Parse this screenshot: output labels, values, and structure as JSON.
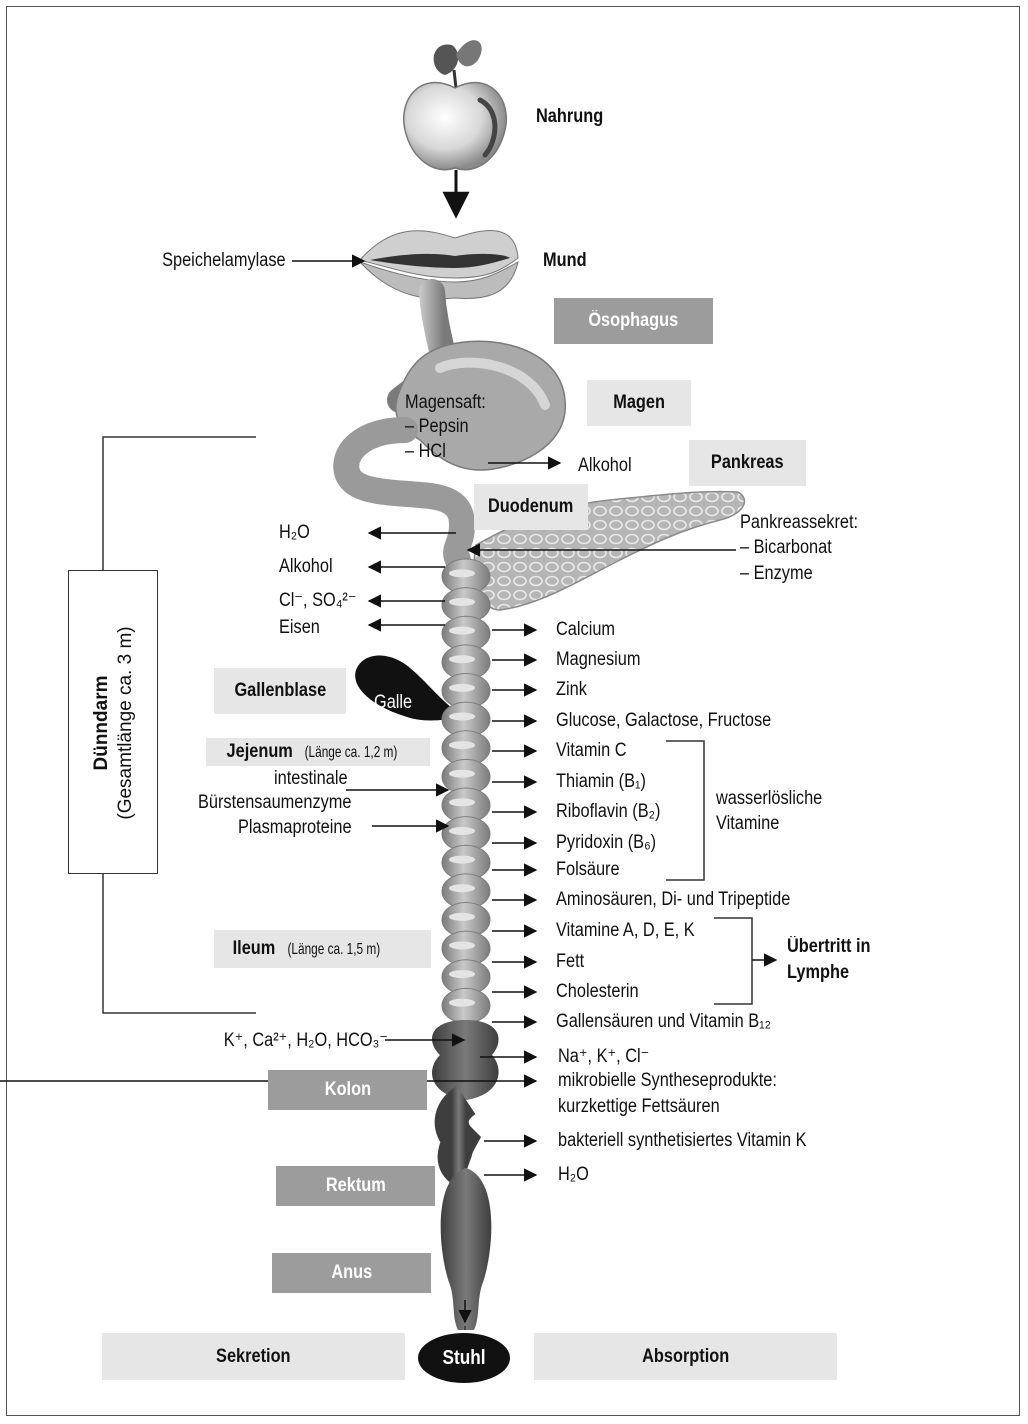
{
  "labels": {
    "nahrung": "Nahrung",
    "mund": "Mund",
    "speichelamylase": "Speichelamylase",
    "oesophagus": "Ösophagus",
    "magen": "Magen",
    "magensaft": "Magensaft:",
    "pepsin": "– Pepsin",
    "hcl": "– HCl",
    "alkohol_magen": "Alkohol",
    "pankreas": "Pankreas",
    "duodenum": "Duodenum",
    "pankreassekret": "Pankreassekret:",
    "bicarbonat": "– Bicarbonat",
    "enzyme": "– Enzyme",
    "duenndarm": "Dünndarm",
    "gesamtlaenge": "(Gesamtlänge ca. 3 m)",
    "gallenblase": "Gallenblase",
    "galle": "Galle",
    "jejenum": "Jejenum",
    "jejenum_laenge": "(Länge ca. 1,2 m)",
    "intestinale": "intestinale",
    "buerstensaum": "Bürstensaumenzyme",
    "plasmaproteine": "Plasmaproteine",
    "ileum": "Ileum",
    "ileum_laenge": "(Länge ca. 1,5 m)",
    "kolon": "Kolon",
    "rektum": "Rektum",
    "anus": "Anus",
    "stuhl": "Stuhl",
    "sekretion": "Sekretion",
    "absorption": "Absorption",
    "wasserloesliche": "wasserlösliche",
    "vitamine": "Vitamine",
    "uebertritt": "Übertritt in",
    "lymphe": "Lymphe"
  },
  "left_outputs": {
    "h2o": "H₂O",
    "alkohol": "Alkohol",
    "cl_so4": "Cl⁻, SO₄²⁻",
    "eisen": "Eisen"
  },
  "secretion_colon": "K⁺, Ca²⁺, H₂O, HCO₃⁻",
  "absorption_items": [
    "Calcium",
    "Magnesium",
    "Zink",
    "Glucose, Galactose, Fructose",
    "Vitamin C",
    "Thiamin (B₁)",
    "Riboflavin (B₂)",
    "Pyridoxin (B₆)",
    "Folsäure",
    "Aminosäuren, Di- und Tripeptide",
    "Vitamine A, D, E, K",
    "Fett",
    "Cholesterin",
    "Gallensäuren und Vitamin B₁₂",
    "Na⁺, K⁺, Cl⁻",
    "mikrobielle Syntheseprodukte:",
    "kurzkettige Fettsäuren",
    "bakteriell synthetisiertes Vitamin K",
    "H₂O"
  ],
  "colors": {
    "organ_light": "#bdbdbd",
    "organ_mid": "#8f8f8f",
    "organ_dark": "#5a5a5a",
    "box_light": "#e6e6e6",
    "box_dark": "#9c9c9c"
  }
}
